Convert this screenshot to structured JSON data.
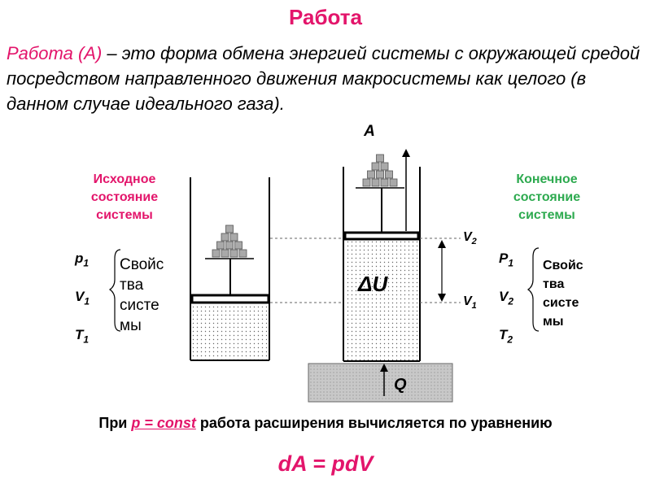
{
  "title": "Работа",
  "definition": {
    "term": "Работа (А)",
    "text": " – это форма обмена энергией системы с окружающей средой посредством направленного движения макросистемы как целого (в данном случае идеального газа)."
  },
  "initial_state": {
    "label": "Исходное состояние системы",
    "vars": [
      "p",
      "V",
      "T"
    ],
    "subs": [
      "1",
      "1",
      "1"
    ],
    "properties": "Свойс тва систе мы"
  },
  "final_state": {
    "label": "Конечное состояние системы",
    "vars": [
      "P",
      "V",
      "T"
    ],
    "subs": [
      "1",
      "2",
      "2"
    ],
    "properties": "Свойс тва систе мы"
  },
  "diagram": {
    "work_label": "А",
    "internal_energy": "ΔU",
    "heat": "Q",
    "v2_label": "V",
    "v2_sub": "2",
    "v1_label": "V",
    "v1_sub": "1"
  },
  "formula_text": {
    "prefix": "При ",
    "condition": "p = const",
    "suffix": " работа расширения вычисляется по уравнению"
  },
  "equation": "dA = pdV",
  "colors": {
    "accent_pink": "#e3156b",
    "accent_green": "#2daa4f"
  }
}
